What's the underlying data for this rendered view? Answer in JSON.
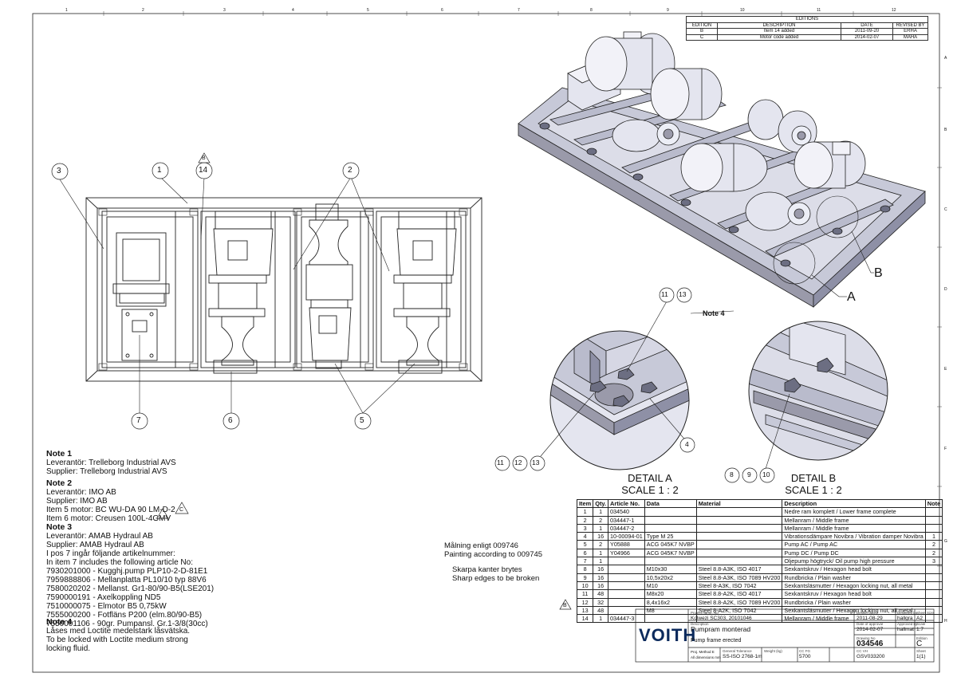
{
  "editions": {
    "title": "EDITIONS",
    "headers": [
      "EDITION",
      "DESCRIPTION",
      "DATE",
      "REVISED BY"
    ],
    "rows": [
      [
        "B",
        "Item 14 added",
        "2011-09-20",
        "ERHA"
      ],
      [
        "C",
        "Motor code added",
        "2014-02-07",
        "MAHA"
      ]
    ]
  },
  "grid": {
    "top": [
      "1",
      "2",
      "3",
      "4",
      "5",
      "6",
      "7",
      "8",
      "9",
      "10",
      "11",
      "12"
    ],
    "right": [
      "A",
      "B",
      "C",
      "D",
      "E",
      "F",
      "G",
      "H"
    ]
  },
  "callouts": {
    "c1": "1",
    "c2": "2",
    "c3": "3",
    "c5": "5",
    "c6": "6",
    "c7": "7",
    "c14": "14",
    "revB": "B",
    "a11": "11",
    "a13": "13",
    "a11b": "11",
    "a12": "12",
    "a13b": "13",
    "a4": "4",
    "b8": "8",
    "b9": "9",
    "b10": "10",
    "viewA": "A",
    "viewB": "B",
    "revB2": "B"
  },
  "note4_ref": "Note 4",
  "detailA": {
    "title": "DETAIL A",
    "scale": "SCALE 1 : 2"
  },
  "detailB": {
    "title": "DETAIL B",
    "scale": "SCALE 1 : 2"
  },
  "notes": [
    {
      "title": "Note 1",
      "lines": [
        "Leverantör: Trelleborg Industrial AVS",
        "Supplier: Trelleborg Industrial AVS"
      ]
    },
    {
      "title": "Note 2",
      "lines": [
        "Leverantör: IMO AB",
        "Supplier: IMO AB",
        "Item 5 motor: BC WU-DA 90 LM-D-2",
        "Item 6 motor: Creusen 100L-4GMV"
      ],
      "rev": "C"
    },
    {
      "title": "Note 3",
      "lines": [
        "Leverantör: AMAB Hydraul AB",
        "Supplier: AMAB Hydraul AB",
        "I pos 7 ingår följande artikelnummer:",
        "In item 7 includes the following article No:",
        "7930201000 - Kugghj.pump PLP10-2-D-81E1",
        "7959888806 - Mellanplatta PL10/10 typ 88V6",
        "7580020202 - Mellanst. Gr1-80/90-B5(LSE201)",
        "7590000191 - Axelkoppling ND5",
        "7510000075 - Elmotor B5 0,75kW",
        "7555000200 - Fotfläns P200  (elm.80/90-B5)",
        "7550001106 - 90gr. Pumpansl. Gr.1-3/8(30cc)"
      ]
    },
    {
      "title": "Note 4",
      "lines": [
        "Låses med Loctite medelstark låsvätska.",
        "To be locked with Loctite medium strong",
        "locking fluid."
      ]
    }
  ],
  "painting": {
    "sv": "Målning enligt 009746",
    "en": "Painting according to 009745"
  },
  "edges": {
    "sv": "Skarpa kanter brytes",
    "en": "Sharp edges to be broken"
  },
  "bom": {
    "headers": [
      "Item",
      "Qty.",
      "Article No.",
      "Data",
      "Material",
      "Description",
      "Note"
    ],
    "rows": [
      [
        "1",
        "1",
        "034540",
        "",
        "",
        "Nedre ram komplett / Lower frame complete",
        ""
      ],
      [
        "2",
        "2",
        "034447-1",
        "",
        "",
        "Mellanram / Middle frame",
        ""
      ],
      [
        "3",
        "1",
        "034447-2",
        "",
        "",
        "Mellanram / Middle frame",
        ""
      ],
      [
        "4",
        "16",
        "10-00094-01",
        "Type M 25",
        "",
        "Vibrationsdämpare Novibra / Vibration damper Novibra",
        "1"
      ],
      [
        "5",
        "2",
        "Y05888",
        "ACG 045K7 NVBP",
        "",
        "Pump AC / Pump AC",
        "2"
      ],
      [
        "6",
        "1",
        "Y04966",
        "ACG 045K7 NVBP",
        "",
        "Pump DC / Pump DC",
        "2"
      ],
      [
        "7",
        "1",
        "",
        "",
        "",
        "Oljepump högtryck/ Oil pump high pressure",
        "3"
      ],
      [
        "8",
        "16",
        "",
        "M10x30",
        "Steel 8.8-A3K, ISO 4017",
        "Sexkantskruv / Hexagon head bolt",
        ""
      ],
      [
        "9",
        "16",
        "",
        "10,5x20x2",
        "Steel 8.8-A3K, ISO 7089 HV200",
        "Rundbricka / Plain washer",
        ""
      ],
      [
        "10",
        "16",
        "",
        "M10",
        "Steel 8-A3K, ISO 7042",
        "Sexkantsläsmutter / Hexagon locking nut, all metal",
        ""
      ],
      [
        "11",
        "48",
        "",
        "M8x20",
        "Steel 8.8-A2K, ISO 4017",
        "Sexkantskruv / Hexagon head bolt",
        ""
      ],
      [
        "12",
        "32",
        "",
        "8,4x16x2",
        "Steel 8.8-A2K, ISO 7089 HV200",
        "Rundbricka / Plain washer",
        ""
      ],
      [
        "13",
        "48",
        "",
        "M8",
        "Steel 8-A2K, ISO 7042",
        "Sexkantsläsmutter / Hexagon locking nut, all metal",
        ""
      ],
      [
        "14",
        "1",
        "034447-3",
        "",
        "",
        "Mellanram / Middle frame",
        ""
      ]
    ]
  },
  "titleblock": {
    "logo": "VOITH",
    "project_lbl": "Project name, No",
    "project": "Kolwezi SC303, 20101046",
    "desc_lbl": "Description",
    "desc_sv": "Pumpram monterad",
    "desc_en": "Pump frame erected",
    "design_date_lbl": "Design date",
    "design_date": "2011-08-29",
    "designed_by_lbl": "Designed by",
    "designed_by": "hallgra",
    "approval_date_lbl": "Date of approval",
    "approval_date": "2014-02-07",
    "approved_by_lbl": "Approved by",
    "approved_by": "hallmat",
    "drawing_no_lbl": "Drawing No",
    "drawing_no": "034546",
    "size_lbl": "Sheet Size",
    "size": "A2",
    "scale_lbl": "Scale",
    "scale": "1:7",
    "edition_lbl": "Edition",
    "edition": "C",
    "sheet_lbl": "Sheet",
    "sheet": "1(1)",
    "proj_method_lbl": "Proj. Method E",
    "dims_lbl": "All dimensions mm",
    "tol_lbl": "General Tolerance",
    "tol": "SS-ISO 2768-1m",
    "weight_lbl": "Weight (kg)",
    "cc_lbl": "CC FG",
    "cc": "5700",
    "ccvh_lbl": "CC VH",
    "ccvh": "GSV033200"
  },
  "colors": {
    "line": "#222222",
    "shade": "#c7c9d8",
    "shade_dark": "#8e90a6",
    "frame": "#9a9aaa"
  }
}
